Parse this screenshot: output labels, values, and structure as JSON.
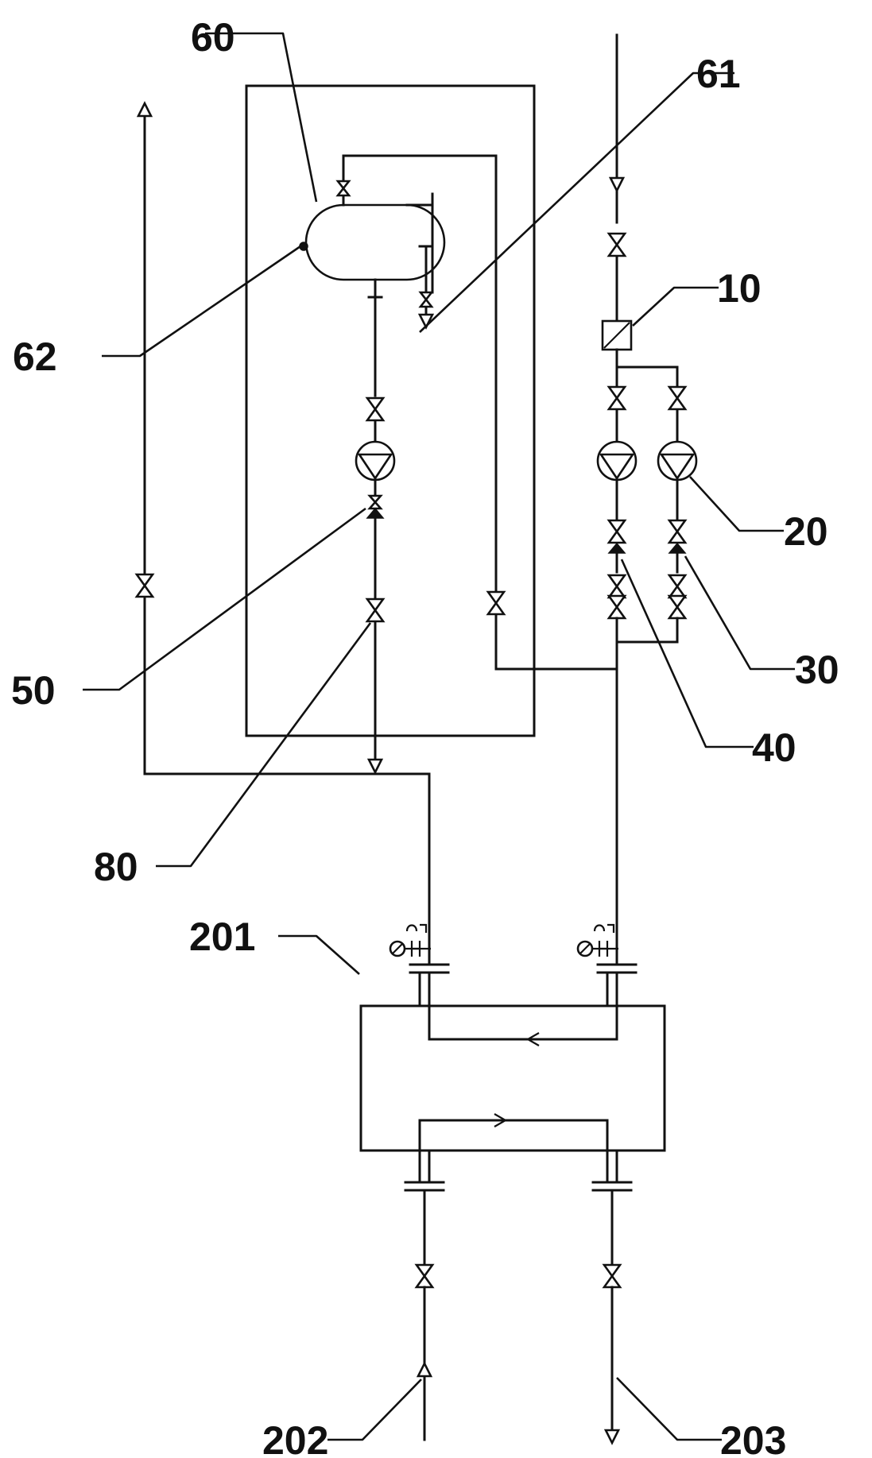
{
  "diagram": {
    "labels": {
      "l10": "10",
      "l20": "20",
      "l30": "30",
      "l40": "40",
      "l50": "50",
      "l60": "60",
      "l61": "61",
      "l62": "62",
      "l80": "80",
      "l201": "201",
      "l202": "202",
      "l203": "203"
    },
    "colors": {
      "line": "#111111",
      "background": "#ffffff"
    },
    "symbols": [
      "gate-valve",
      "pump",
      "check-valve",
      "filter",
      "tank",
      "pressure-gauge",
      "heat-exchanger",
      "flow-arrow"
    ]
  }
}
